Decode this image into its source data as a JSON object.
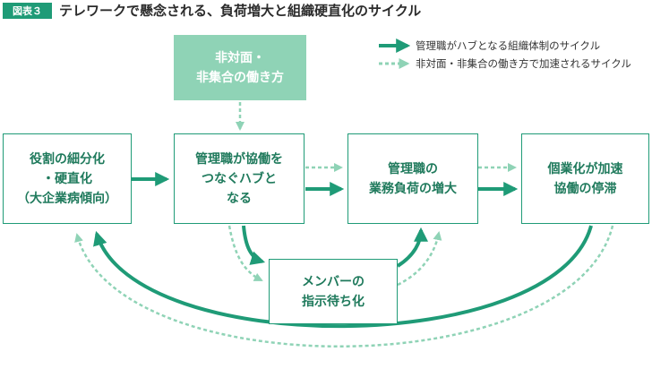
{
  "header": {
    "badge": "図表３",
    "title": "テレワークで懸念される、負荷増大と組織硬直化のサイクル"
  },
  "legend": {
    "solid": "管理職がハブとなる組織体制のサイクル",
    "dotted": "非対面・非集合の働き方で加速されるサイクル"
  },
  "nodes": {
    "remote": [
      "非対面・",
      "非集合の働き方"
    ],
    "role": [
      "役割の細分化",
      "・硬直化",
      "（大企業病傾向）"
    ],
    "hub": [
      "管理職が協働を",
      "つなぐハブと",
      "なる"
    ],
    "load": [
      "管理職の",
      "業務負荷の増大"
    ],
    "stagnation": [
      "個業化が加速",
      "協働の停滞"
    ],
    "member": [
      "メンバーの",
      "指示待ち化"
    ]
  },
  "colors": {
    "solid": "#1f9b77",
    "dotted": "#8fd3b6",
    "badge": "#1f9b77",
    "text": "#1f7a5c"
  }
}
